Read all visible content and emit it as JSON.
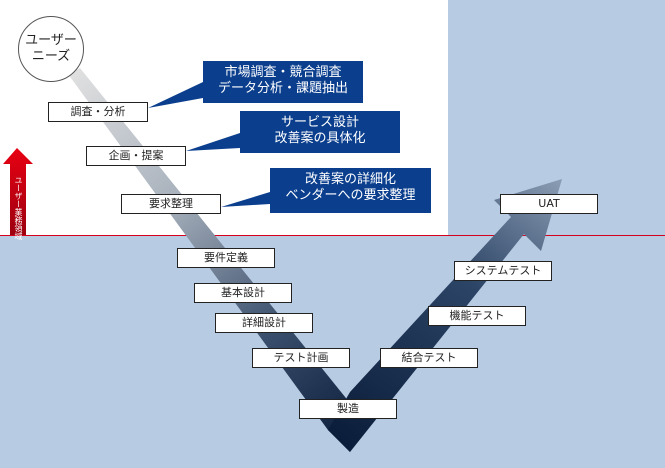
{
  "diagram": {
    "start_node": {
      "line1": "ユーザー",
      "line2": "ニーズ"
    },
    "side_arrow_label": "ユーザー業務領域",
    "left_stages": [
      "調査・分析",
      "企画・提案",
      "要求整理",
      "要件定義",
      "基本設計",
      "詳細設計",
      "テスト計画"
    ],
    "bottom_stage": "製造",
    "right_stages": [
      "結合テスト",
      "機能テスト",
      "システムテスト",
      "UAT"
    ],
    "callouts": [
      {
        "line1": "市場調査・競合調査",
        "line2": "データ分析・課題抽出"
      },
      {
        "line1": "サービス設計",
        "line2": "改善案の具体化"
      },
      {
        "line1": "改善案の詳細化",
        "line2": "ベンダーへの要求整理"
      }
    ],
    "colors": {
      "background_lower": "#b7cbe3",
      "callout_fill": "#0b3f8e",
      "boundary_line": "#d6001c",
      "arrow_dark": "#0a1d3a",
      "arrow_light": "#c8c8c8"
    }
  }
}
